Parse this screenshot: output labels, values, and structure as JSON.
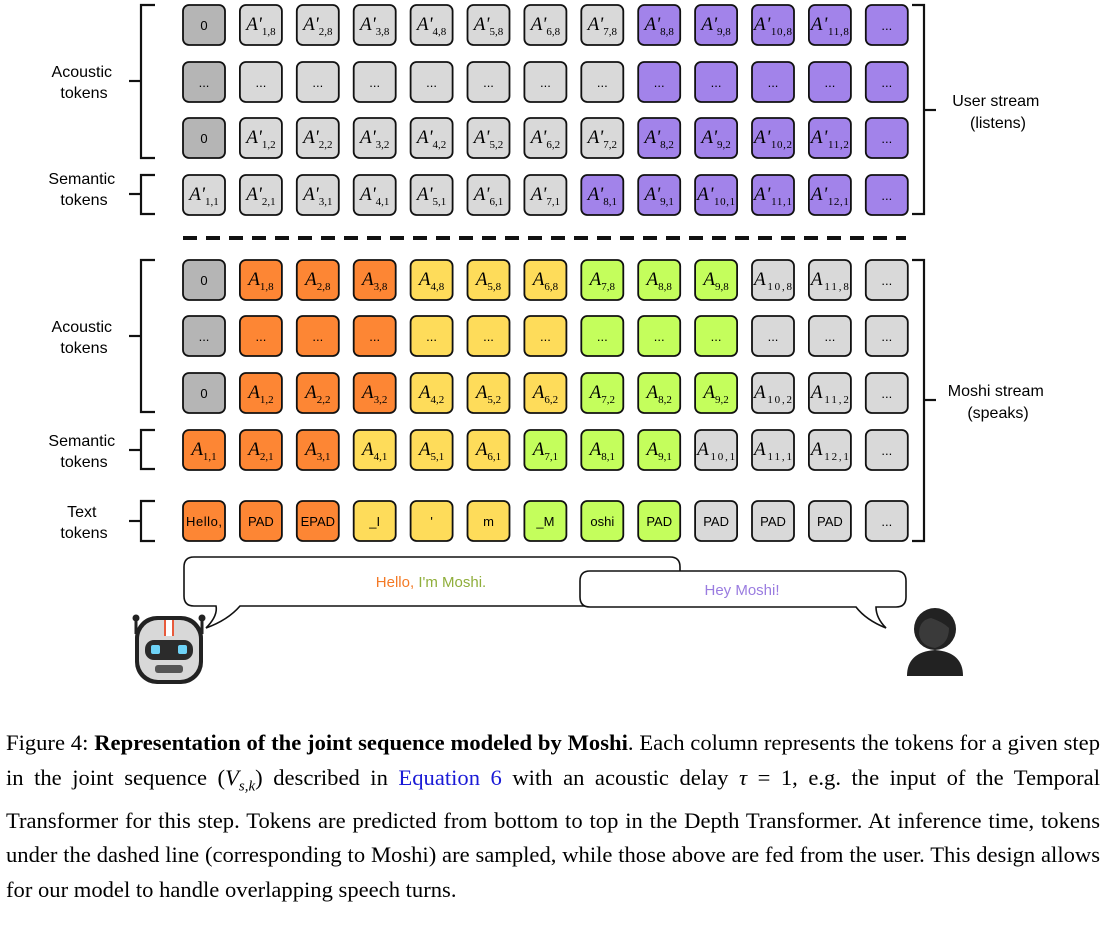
{
  "colors": {
    "dark_gray": "#b5b5b5",
    "light_gray": "#d9d9d9",
    "purple": "#a283ea",
    "orange": "#fd8634",
    "yellow": "#fedc5a",
    "green": "#c4fe5c",
    "hello_orange": "#f47a26",
    "im_olive": "#8fae3a",
    "user_purple": "#9a7ce0",
    "link_blue": "#1a1ad6"
  },
  "labels": {
    "acoustic_tokens": [
      "Acoustic",
      "tokens"
    ],
    "semantic_tokens": [
      "Semantic",
      "tokens"
    ],
    "text_tokens": [
      "Text",
      "tokens"
    ],
    "user_stream": [
      "User stream",
      "(listens)"
    ],
    "moshi_stream": [
      "Moshi stream",
      "(speaks)"
    ]
  },
  "user_stream": {
    "rows": [
      {
        "name": "acoustic-row-8",
        "tokens": [
          {
            "c": "dark",
            "t": "0"
          },
          {
            "c": "light",
            "m": "A'",
            "s": "1,8"
          },
          {
            "c": "light",
            "m": "A'",
            "s": "2,8"
          },
          {
            "c": "light",
            "m": "A'",
            "s": "3,8"
          },
          {
            "c": "light",
            "m": "A'",
            "s": "4,8"
          },
          {
            "c": "light",
            "m": "A'",
            "s": "5,8"
          },
          {
            "c": "light",
            "m": "A'",
            "s": "6,8"
          },
          {
            "c": "light",
            "m": "A'",
            "s": "7,8"
          },
          {
            "c": "purple",
            "m": "A'",
            "s": "8,8"
          },
          {
            "c": "purple",
            "m": "A'",
            "s": "9,8"
          },
          {
            "c": "purple",
            "m": "A'",
            "s": "10,8"
          },
          {
            "c": "purple",
            "m": "A'",
            "s": "11,8"
          },
          {
            "c": "purple",
            "t": "..."
          }
        ]
      },
      {
        "name": "acoustic-row-ellipsis",
        "tokens": [
          {
            "c": "dark",
            "t": "..."
          },
          {
            "c": "light",
            "t": "..."
          },
          {
            "c": "light",
            "t": "..."
          },
          {
            "c": "light",
            "t": "..."
          },
          {
            "c": "light",
            "t": "..."
          },
          {
            "c": "light",
            "t": "..."
          },
          {
            "c": "light",
            "t": "..."
          },
          {
            "c": "light",
            "t": "..."
          },
          {
            "c": "purple",
            "t": "..."
          },
          {
            "c": "purple",
            "t": "..."
          },
          {
            "c": "purple",
            "t": "..."
          },
          {
            "c": "purple",
            "t": "..."
          },
          {
            "c": "purple",
            "t": "..."
          }
        ]
      },
      {
        "name": "acoustic-row-2",
        "tokens": [
          {
            "c": "dark",
            "t": "0"
          },
          {
            "c": "light",
            "m": "A'",
            "s": "1,2"
          },
          {
            "c": "light",
            "m": "A'",
            "s": "2,2"
          },
          {
            "c": "light",
            "m": "A'",
            "s": "3,2"
          },
          {
            "c": "light",
            "m": "A'",
            "s": "4,2"
          },
          {
            "c": "light",
            "m": "A'",
            "s": "5,2"
          },
          {
            "c": "light",
            "m": "A'",
            "s": "6,2"
          },
          {
            "c": "light",
            "m": "A'",
            "s": "7,2"
          },
          {
            "c": "purple",
            "m": "A'",
            "s": "8,2"
          },
          {
            "c": "purple",
            "m": "A'",
            "s": "9,2"
          },
          {
            "c": "purple",
            "m": "A'",
            "s": "10,2"
          },
          {
            "c": "purple",
            "m": "A'",
            "s": "11,2"
          },
          {
            "c": "purple",
            "t": "..."
          }
        ]
      },
      {
        "name": "semantic-row",
        "tokens": [
          {
            "c": "light",
            "m": "A'",
            "s": "1,1"
          },
          {
            "c": "light",
            "m": "A'",
            "s": "2,1"
          },
          {
            "c": "light",
            "m": "A'",
            "s": "3,1"
          },
          {
            "c": "light",
            "m": "A'",
            "s": "4,1"
          },
          {
            "c": "light",
            "m": "A'",
            "s": "5,1"
          },
          {
            "c": "light",
            "m": "A'",
            "s": "6,1"
          },
          {
            "c": "light",
            "m": "A'",
            "s": "7,1"
          },
          {
            "c": "purple",
            "m": "A'",
            "s": "8,1"
          },
          {
            "c": "purple",
            "m": "A'",
            "s": "9,1"
          },
          {
            "c": "purple",
            "m": "A'",
            "s": "10,1"
          },
          {
            "c": "purple",
            "m": "A'",
            "s": "11,1"
          },
          {
            "c": "purple",
            "m": "A'",
            "s": "12,1"
          },
          {
            "c": "purple",
            "t": "..."
          }
        ]
      }
    ]
  },
  "moshi_stream": {
    "rows": [
      {
        "name": "acoustic-row-8",
        "tokens": [
          {
            "c": "dark",
            "t": "0"
          },
          {
            "c": "orange",
            "m": "A",
            "s": "1,8"
          },
          {
            "c": "orange",
            "m": "A",
            "s": "2,8"
          },
          {
            "c": "orange",
            "m": "A",
            "s": "3,8"
          },
          {
            "c": "yellow",
            "m": "A",
            "s": "4,8"
          },
          {
            "c": "yellow",
            "m": "A",
            "s": "5,8"
          },
          {
            "c": "yellow",
            "m": "A",
            "s": "6,8"
          },
          {
            "c": "green",
            "m": "A",
            "s": "7,8"
          },
          {
            "c": "green",
            "m": "A",
            "s": "8,8"
          },
          {
            "c": "green",
            "m": "A",
            "s": "9,8"
          },
          {
            "c": "light",
            "m": "A",
            "s": "10,8"
          },
          {
            "c": "light",
            "m": "A",
            "s": "11,8"
          },
          {
            "c": "light",
            "t": "..."
          }
        ]
      },
      {
        "name": "acoustic-row-ellipsis",
        "tokens": [
          {
            "c": "dark",
            "t": "..."
          },
          {
            "c": "orange",
            "t": "..."
          },
          {
            "c": "orange",
            "t": "..."
          },
          {
            "c": "orange",
            "t": "..."
          },
          {
            "c": "yellow",
            "t": "..."
          },
          {
            "c": "yellow",
            "t": "..."
          },
          {
            "c": "yellow",
            "t": "..."
          },
          {
            "c": "green",
            "t": "..."
          },
          {
            "c": "green",
            "t": "..."
          },
          {
            "c": "green",
            "t": "..."
          },
          {
            "c": "light",
            "t": "..."
          },
          {
            "c": "light",
            "t": "..."
          },
          {
            "c": "light",
            "t": "..."
          }
        ]
      },
      {
        "name": "acoustic-row-2",
        "tokens": [
          {
            "c": "dark",
            "t": "0"
          },
          {
            "c": "orange",
            "m": "A",
            "s": "1,2"
          },
          {
            "c": "orange",
            "m": "A",
            "s": "2,2"
          },
          {
            "c": "orange",
            "m": "A",
            "s": "3,2"
          },
          {
            "c": "yellow",
            "m": "A",
            "s": "4,2"
          },
          {
            "c": "yellow",
            "m": "A",
            "s": "5,2"
          },
          {
            "c": "yellow",
            "m": "A",
            "s": "6,2"
          },
          {
            "c": "green",
            "m": "A",
            "s": "7,2"
          },
          {
            "c": "green",
            "m": "A",
            "s": "8,2"
          },
          {
            "c": "green",
            "m": "A",
            "s": "9,2"
          },
          {
            "c": "light",
            "m": "A",
            "s": "10,2"
          },
          {
            "c": "light",
            "m": "A",
            "s": "11,2"
          },
          {
            "c": "light",
            "t": "..."
          }
        ]
      },
      {
        "name": "semantic-row",
        "tokens": [
          {
            "c": "orange",
            "m": "A",
            "s": "1,1"
          },
          {
            "c": "orange",
            "m": "A",
            "s": "2,1"
          },
          {
            "c": "orange",
            "m": "A",
            "s": "3,1"
          },
          {
            "c": "yellow",
            "m": "A",
            "s": "4,1"
          },
          {
            "c": "yellow",
            "m": "A",
            "s": "5,1"
          },
          {
            "c": "yellow",
            "m": "A",
            "s": "6,1"
          },
          {
            "c": "green",
            "m": "A",
            "s": "7,1"
          },
          {
            "c": "green",
            "m": "A",
            "s": "8,1"
          },
          {
            "c": "green",
            "m": "A",
            "s": "9,1"
          },
          {
            "c": "light",
            "m": "A",
            "s": "10,1"
          },
          {
            "c": "light",
            "m": "A",
            "s": "11,1"
          },
          {
            "c": "light",
            "m": "A",
            "s": "12,1"
          },
          {
            "c": "light",
            "t": "..."
          }
        ]
      },
      {
        "name": "text-row",
        "tokens": [
          {
            "c": "orange",
            "t": "Hello,"
          },
          {
            "c": "orange",
            "t": "PAD"
          },
          {
            "c": "orange",
            "t": "EPAD"
          },
          {
            "c": "yellow",
            "t": "_I"
          },
          {
            "c": "yellow",
            "t": "'"
          },
          {
            "c": "yellow",
            "t": "m"
          },
          {
            "c": "green",
            "t": "_M"
          },
          {
            "c": "green",
            "t": "oshi"
          },
          {
            "c": "green",
            "t": "PAD"
          },
          {
            "c": "light",
            "t": "PAD"
          },
          {
            "c": "light",
            "t": "PAD"
          },
          {
            "c": "light",
            "t": "PAD"
          },
          {
            "c": "light",
            "t": "..."
          }
        ]
      }
    ]
  },
  "bubbles": {
    "moshi_hello": "Hello,",
    "moshi_rest": " I'm Moshi.",
    "user": "Hey Moshi!"
  },
  "caption": {
    "figure_label": "Figure 4:",
    "title": "Representation of the joint sequence modeled by Moshi",
    "text_1": ". Each column represents the tokens for a given step in the joint sequence (",
    "math_1": "V",
    "math_1_sub": "s,k",
    "text_2": ") described in ",
    "link": "Equation 6",
    "text_3": " with an acoustic delay ",
    "math_2": "τ",
    "text_4": " = 1, e.g.  the input of the Temporal Transformer for this step. Tokens are predicted from bottom to top in the Depth Transformer.  At inference time, tokens under the dashed line (corresponding to Moshi) are sampled, while those above are fed from the user. This design allows for our model to handle overlapping speech turns."
  }
}
